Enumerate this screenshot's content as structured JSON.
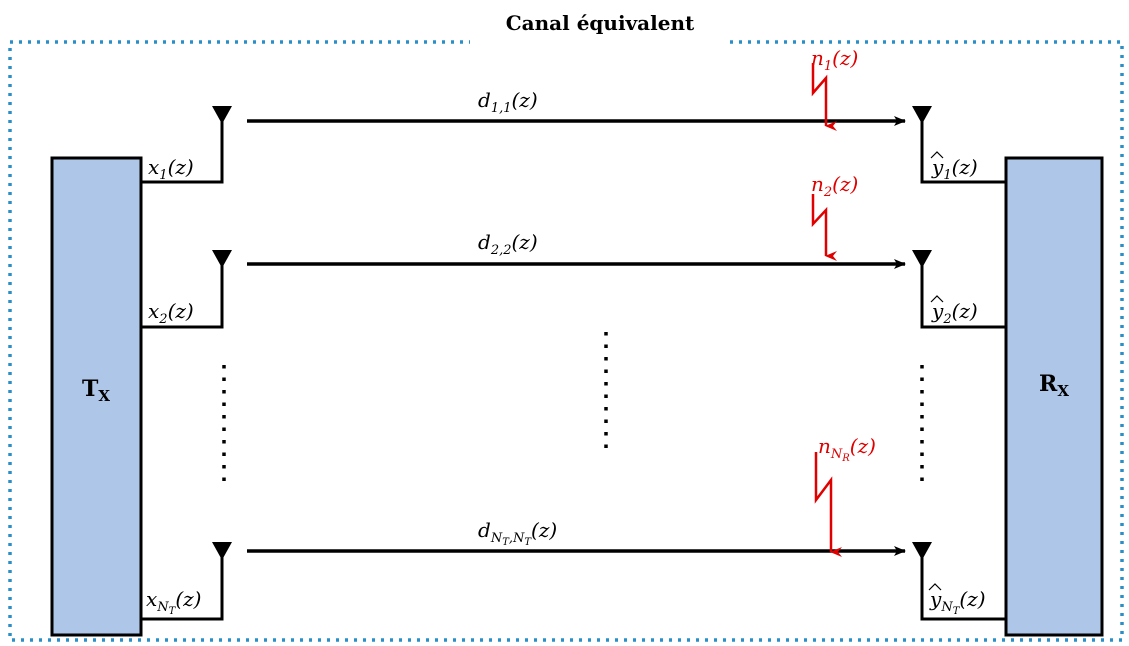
{
  "title": "Canal équivalent",
  "tx_label": {
    "main": "T",
    "sub": "X"
  },
  "rx_label": {
    "main": "R",
    "sub": "X"
  },
  "colors": {
    "box_fill": "#aec6e8",
    "frame": "#2a8fc8",
    "noise": "#e00000",
    "line": "#000000"
  },
  "branches": [
    {
      "input": {
        "base": "x",
        "sub": "1",
        "subsub": "",
        "arg": "(z)"
      },
      "output": {
        "base": "y",
        "sub": "1",
        "subsub": "",
        "arg": "(z)",
        "hat": true
      },
      "channel": {
        "base": "d",
        "sub": "1,1",
        "arg": "(z)"
      },
      "noise": {
        "base": "n",
        "sub": "1",
        "subsub": "",
        "arg": "(z)"
      }
    },
    {
      "input": {
        "base": "x",
        "sub": "2",
        "subsub": "",
        "arg": "(z)"
      },
      "output": {
        "base": "y",
        "sub": "2",
        "subsub": "",
        "arg": "(z)",
        "hat": true
      },
      "channel": {
        "base": "d",
        "sub": "2,2",
        "arg": "(z)"
      },
      "noise": {
        "base": "n",
        "sub": "2",
        "subsub": "",
        "arg": "(z)"
      }
    },
    {
      "input": {
        "base": "x",
        "sub": "N",
        "subsub": "T",
        "arg": "(z)"
      },
      "output": {
        "base": "y",
        "sub": "N",
        "subsub": "T",
        "arg": "(z)",
        "hat": true
      },
      "channel": {
        "base": "d",
        "sub": "N",
        "subsub": "T",
        "sub2": ",N",
        "subsub2": "T",
        "arg": "(z)"
      },
      "noise": {
        "base": "n",
        "sub": "N",
        "subsub": "R",
        "arg": "(z)"
      }
    }
  ]
}
